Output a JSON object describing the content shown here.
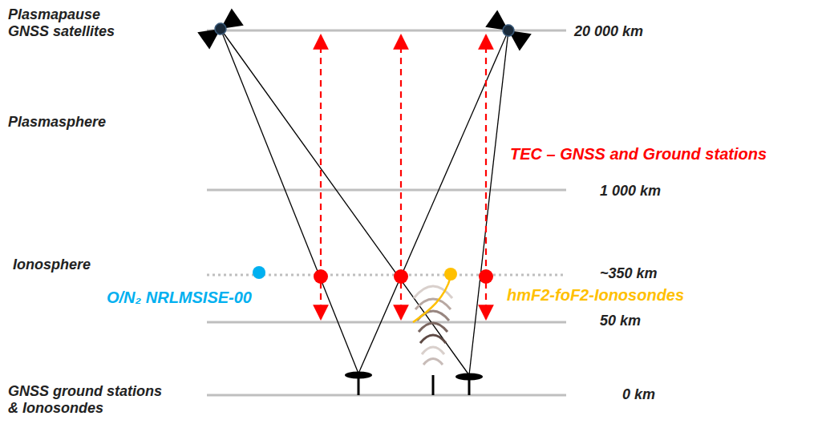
{
  "diagram": {
    "labels": [
      "Plasmapause GNSS satellites",
      "20 000 km",
      "Plasmasphere",
      "TEC – GNSS and Ground stations",
      "1 000 km",
      "Ionosphere",
      "~350 km",
      "O/N₂ NRLMSISE-00",
      "hmF2-foF2-Ionosondes",
      "50 km",
      "0 km",
      "GNSS ground stations & Ionosondes"
    ]
  }
}
